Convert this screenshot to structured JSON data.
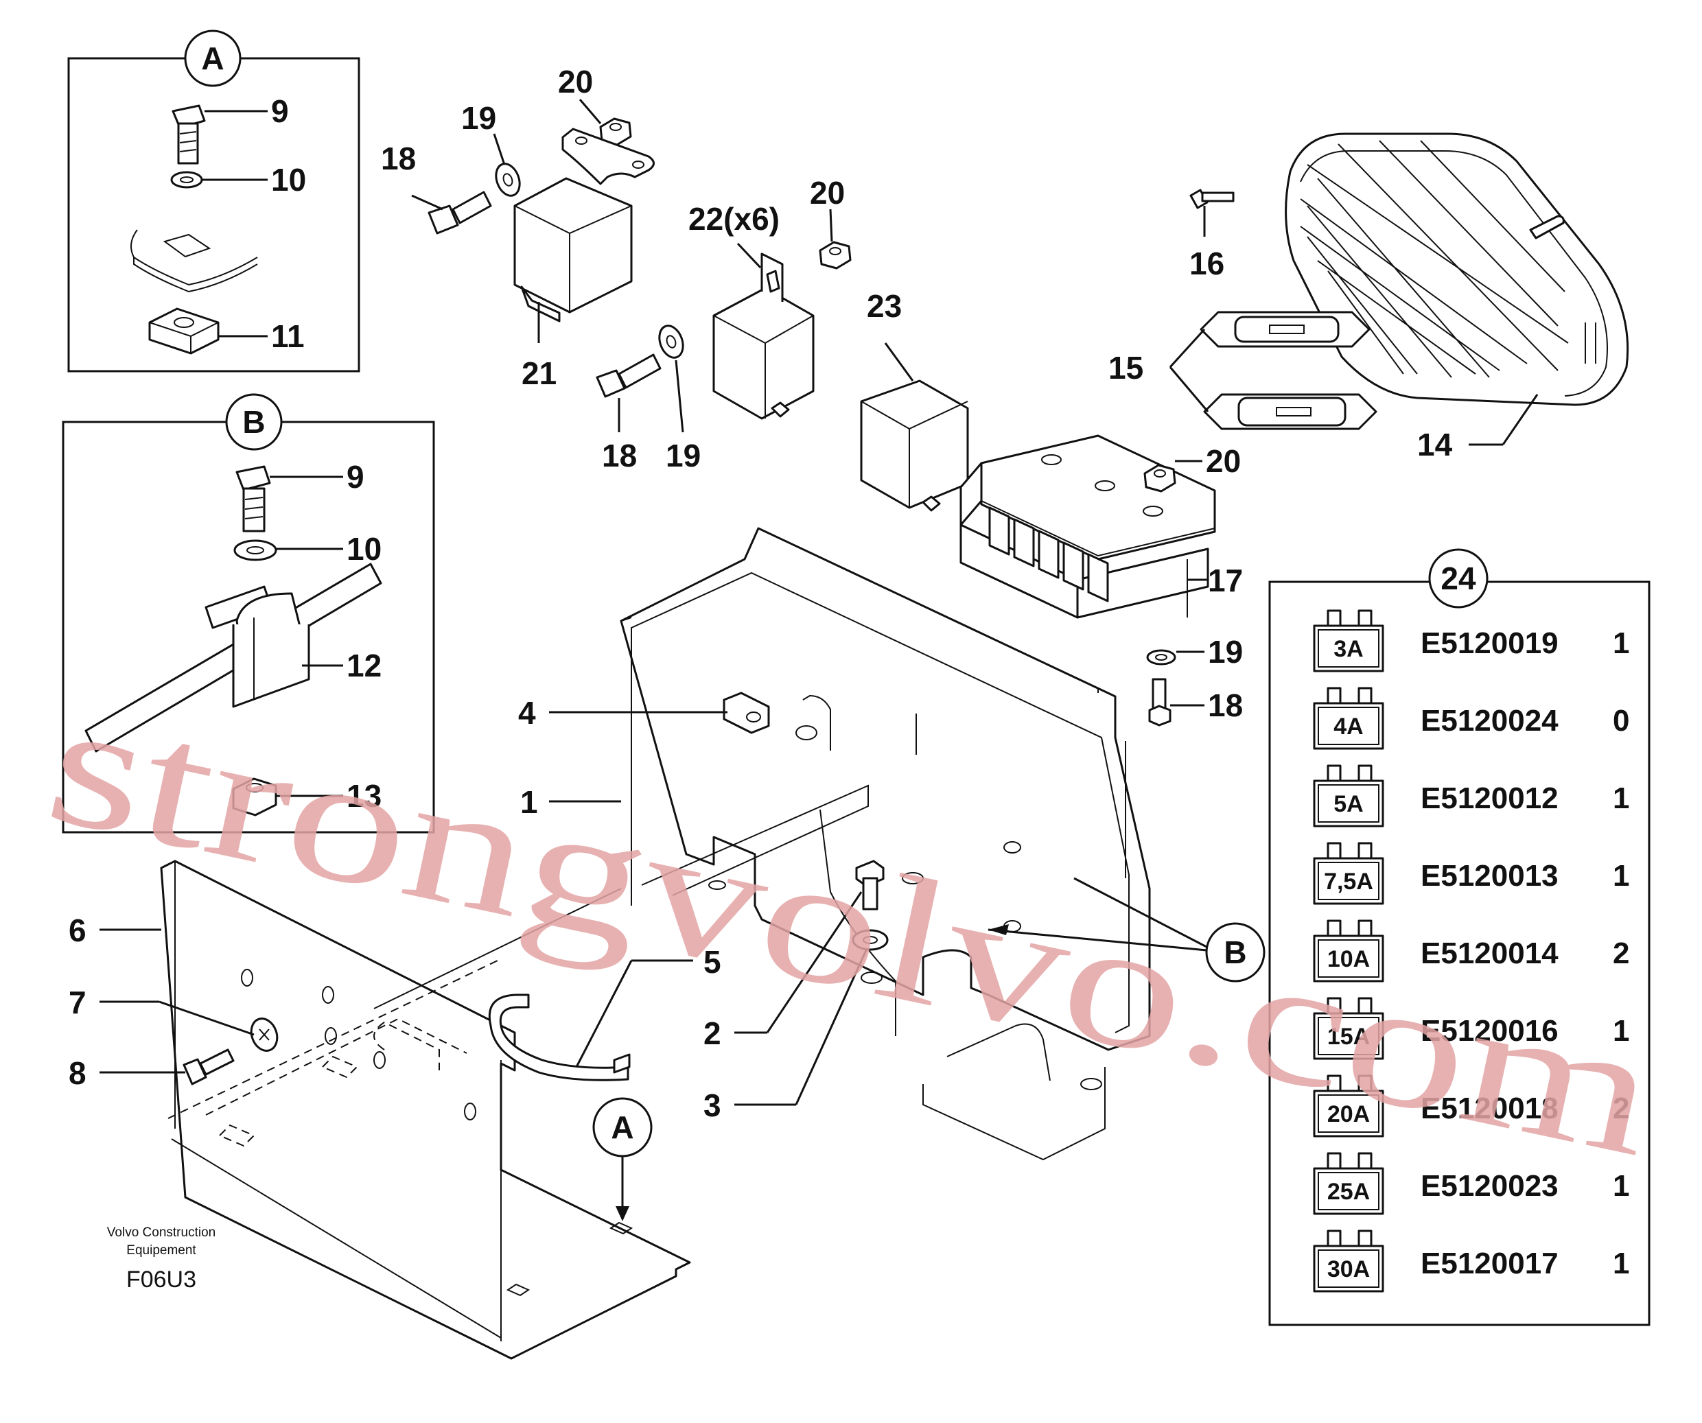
{
  "figure_code": "F06U3",
  "publisher_line1": "Volvo Construction",
  "publisher_line2": "Equipement",
  "watermark": "strongvolvo.com",
  "callouts": {
    "A": "A",
    "B": "B",
    "fuse_table": "24"
  },
  "labels": {
    "l1": "1",
    "l2": "2",
    "l3": "3",
    "l4": "4",
    "l5": "5",
    "l6": "6",
    "l7": "7",
    "l8": "8",
    "a9": "9",
    "a10": "10",
    "a11": "11",
    "b9": "9",
    "b10": "10",
    "b12": "12",
    "b13": "13",
    "l14": "14",
    "l15": "15",
    "l16": "16",
    "l17": "17",
    "l18a": "18",
    "l18b": "18",
    "l18c": "18",
    "l19a": "19",
    "l19b": "19",
    "l19c": "19",
    "l20a": "20",
    "l20b": "20",
    "l20c": "20",
    "l21": "21",
    "l22": "22(x6)",
    "l23": "23"
  },
  "fuse_table": [
    {
      "rating": "3A",
      "part": "E5120019",
      "qty": "1"
    },
    {
      "rating": "4A",
      "part": "E5120024",
      "qty": "0"
    },
    {
      "rating": "5A",
      "part": "E5120012",
      "qty": "1"
    },
    {
      "rating": "7,5A",
      "part": "E5120013",
      "qty": "1"
    },
    {
      "rating": "10A",
      "part": "E5120014",
      "qty": "2"
    },
    {
      "rating": "15A",
      "part": "E5120016",
      "qty": "1"
    },
    {
      "rating": "20A",
      "part": "E5120018",
      "qty": "2"
    },
    {
      "rating": "25A",
      "part": "E5120023",
      "qty": "1"
    },
    {
      "rating": "30A",
      "part": "E5120017",
      "qty": "1"
    }
  ]
}
